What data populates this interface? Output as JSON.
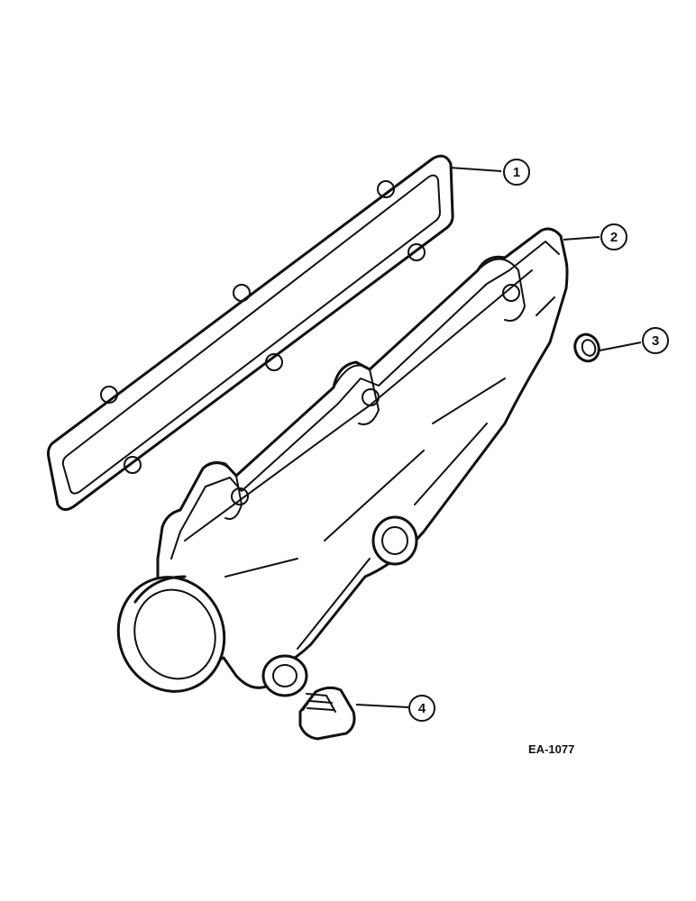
{
  "figure_code": "EA-1077",
  "callouts": [
    {
      "number": "1",
      "part": "gasket"
    },
    {
      "number": "2",
      "part": "manifold"
    },
    {
      "number": "3",
      "part": "plug"
    },
    {
      "number": "4",
      "part": "plug"
    }
  ]
}
